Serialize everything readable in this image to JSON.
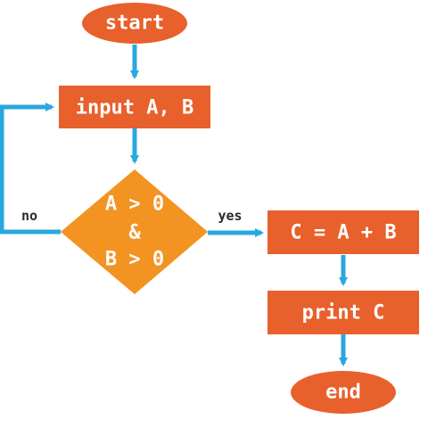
{
  "colors": {
    "process_fill": "#e8602c",
    "decision_fill": "#f39322",
    "terminal_fill": "#e8602c",
    "arrow": "#29a8e0",
    "text": "#ffffff",
    "label_text": "#2b2b2b"
  },
  "nodes": {
    "start": "start",
    "input": "input A, B",
    "decision": {
      "line1": "A > 0",
      "line2": "&",
      "line3": "B > 0"
    },
    "compute": "C = A + B",
    "print": "print C",
    "end": "end"
  },
  "edge_labels": {
    "yes": "yes",
    "no": "no"
  }
}
